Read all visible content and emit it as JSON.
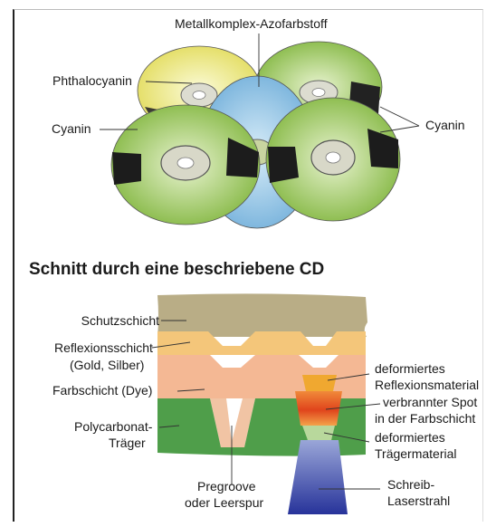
{
  "top": {
    "labels": {
      "azo": "Metallkomplex-Azofarbstoff",
      "phthalo": "Phthalocyanin",
      "cyanin_left": "Cyanin",
      "cyanin_right": "Cyanin"
    },
    "colors": {
      "phthalo": "#e8e27a",
      "azo": "#8fc0e0",
      "cyanin": "#9cc85e"
    }
  },
  "section": {
    "title": "Schnitt durch eine beschriebene CD",
    "labels_left": {
      "protect": "Schutzschicht",
      "reflect_1": "Reflexionsschicht",
      "reflect_2": "(Gold, Silber)",
      "dye": "Farbschicht (Dye)",
      "poly_1": "Polycarbonat-",
      "poly_2": "Träger",
      "pregroove_1": "Pregroove",
      "pregroove_2": "oder Leerspur"
    },
    "labels_right": {
      "def_refl_1": "deformiertes",
      "def_refl_2": "Reflexionsmaterial",
      "spot_1": "verbrannter Spot",
      "spot_2": "in der Farbschicht",
      "def_sub_1": "deformiertes",
      "def_sub_2": "Trägermaterial",
      "laser_1": "Schreib-",
      "laser_2": "Laserstrahl"
    },
    "colors": {
      "protect": "#b9ad86",
      "reflect": "#f4c67a",
      "dye": "#f4b894",
      "substrate": "#4f9e4a",
      "laser": "#3441a8",
      "burn": "#e0541e"
    }
  }
}
